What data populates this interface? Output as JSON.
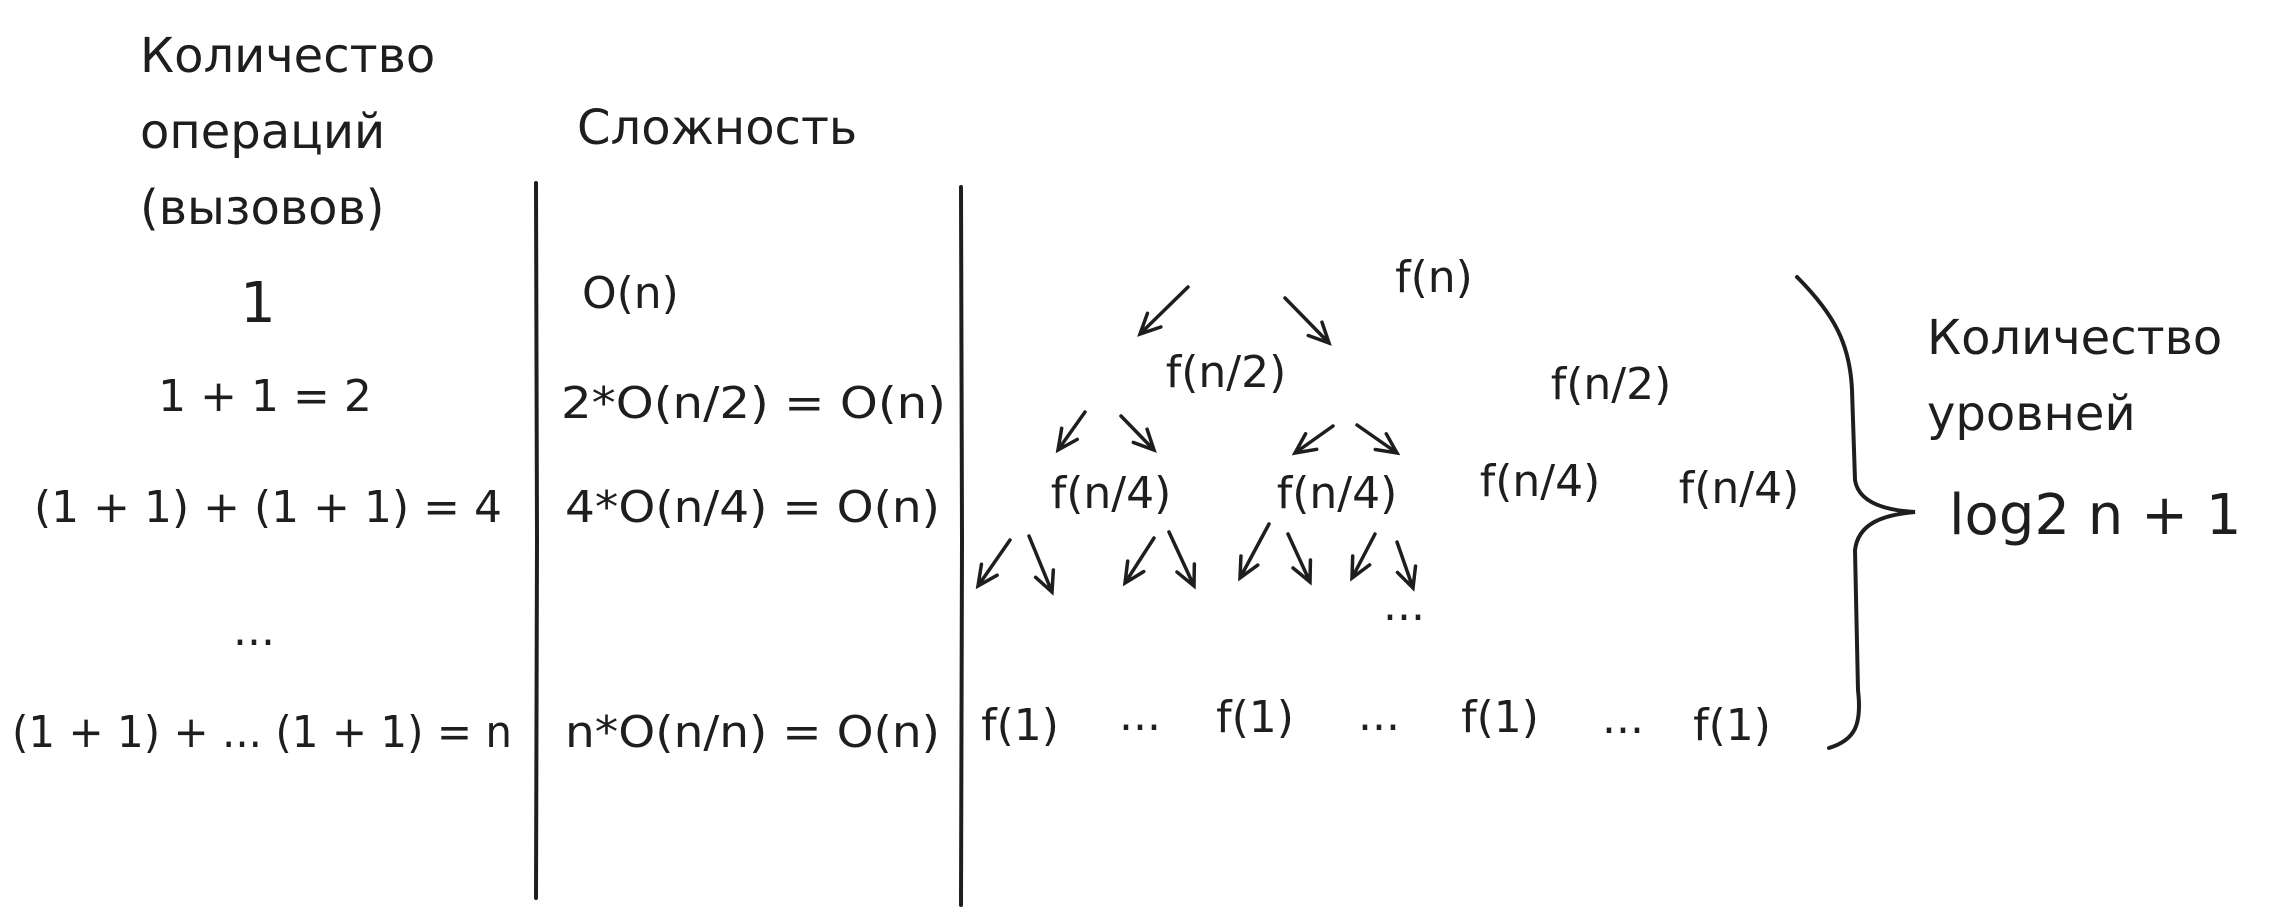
{
  "columns": {
    "operations": {
      "header": [
        "Количество",
        "операций",
        "(вызовов)"
      ],
      "rows": [
        "1",
        "1 + 1 = 2",
        "(1 + 1) + (1 + 1) = 4",
        "...",
        "(1 + 1) + ... (1 + 1) = n"
      ]
    },
    "complexity": {
      "header": "Сложность",
      "rows": [
        "O(n)",
        "2*O(n/2) = O(n)",
        "4*O(n/4) = O(n)",
        "n*O(n/n) = O(n)"
      ]
    }
  },
  "tree": {
    "root": "f(n)",
    "level1": [
      "f(n/2)",
      "f(n/2)"
    ],
    "level2": [
      "f(n/4)",
      "f(n/4)",
      "f(n/4)",
      "f(n/4)"
    ],
    "middle_ellipsis": "...",
    "leaves": [
      "f(1)",
      "...",
      "f(1)",
      "...",
      "f(1)",
      "...",
      "f(1)"
    ]
  },
  "levels": {
    "label": [
      "Количество",
      "уровней"
    ],
    "formula": "log2 n + 1"
  }
}
